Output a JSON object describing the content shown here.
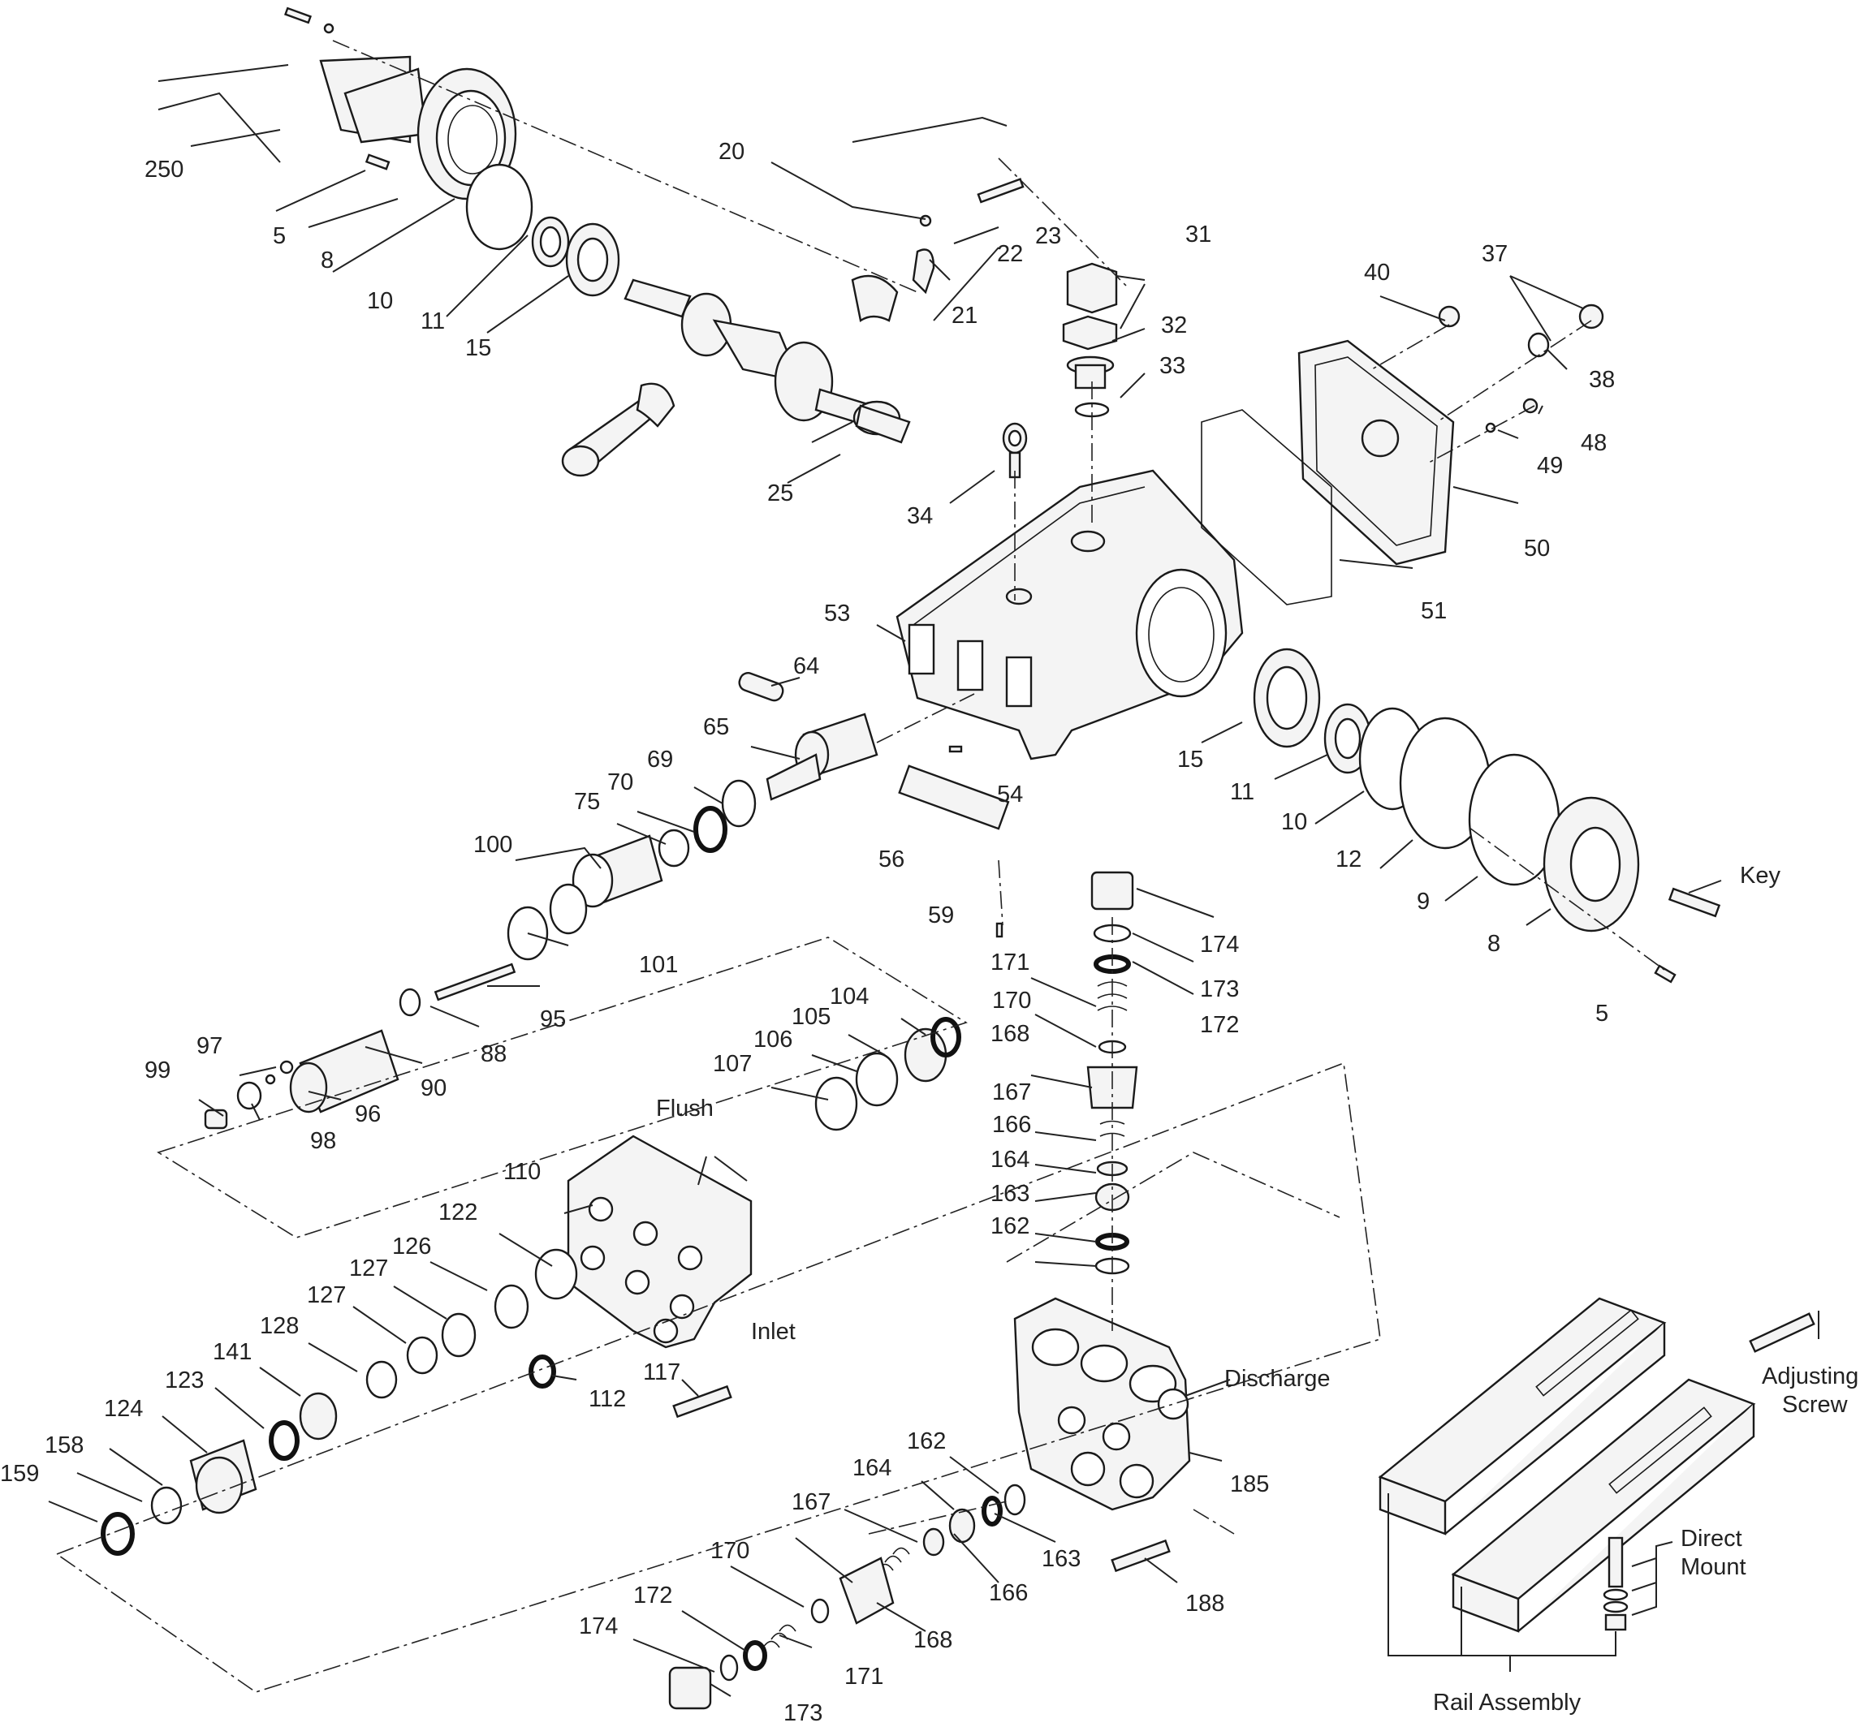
{
  "labels": {
    "l250": "250",
    "l5a": "5",
    "l8a": "8",
    "l10a": "10",
    "l11a": "11",
    "l15a": "15",
    "l20": "20",
    "l21": "21",
    "l22": "22",
    "l23": "23",
    "l25": "25",
    "l31": "31",
    "l32": "32",
    "l33": "33",
    "l34": "34",
    "l37": "37",
    "l38": "38",
    "l40": "40",
    "l48": "48",
    "l49": "49",
    "l50": "50",
    "l51": "51",
    "l53": "53",
    "l54": "54",
    "l56": "56",
    "l59": "59",
    "l64": "64",
    "l65": "65",
    "l69": "69",
    "l70": "70",
    "l75": "75",
    "l100": "100",
    "l101": "101",
    "l95": "95",
    "l88": "88",
    "l90": "90",
    "l96": "96",
    "l97": "97",
    "l98": "98",
    "l99": "99",
    "l15b": "15",
    "l11b": "11",
    "l10b": "10",
    "l12": "12",
    "l9": "9",
    "l8b": "8",
    "l5b": "5",
    "lKey": "Key",
    "l104": "104",
    "l105": "105",
    "l106": "106",
    "l107": "107",
    "lFlush": "Flush",
    "l110": "110",
    "lInlet": "Inlet",
    "l122": "122",
    "l126": "126",
    "l127a": "127",
    "l127b": "127",
    "l128": "128",
    "l141": "141",
    "l123": "123",
    "l124": "124",
    "l158": "158",
    "l159": "159",
    "l112": "112",
    "l117": "117",
    "l174a": "174",
    "l173a": "173",
    "l172a": "172",
    "l171a": "171",
    "l170a": "170",
    "l168a": "168",
    "l167a": "167",
    "l166a": "166",
    "l164a": "164",
    "l163a": "163",
    "l162a": "162",
    "lDischarge": "Discharge",
    "l185": "185",
    "l188": "188",
    "l162b": "162",
    "l164b": "164",
    "l167b": "167",
    "l170b": "170",
    "l172b": "172",
    "l174b": "174",
    "l163b": "163",
    "l166b": "166",
    "l168b": "168",
    "l171b": "171",
    "l173b": "173",
    "lAdj1": "Adjusting",
    "lAdj2": "Screw",
    "lDir1": "Direct",
    "lDir2": "Mount",
    "lRail": "Rail Assembly"
  }
}
